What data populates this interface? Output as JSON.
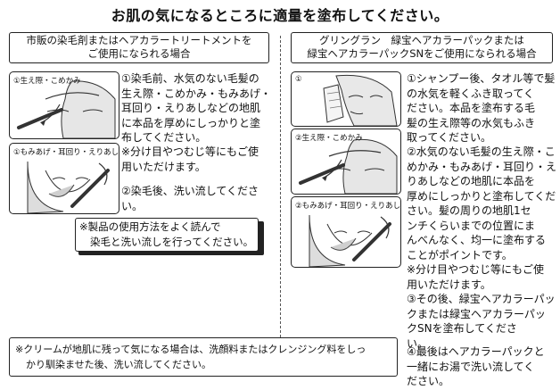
{
  "title": "お肌の気になるところに適量を塗布してください。",
  "left": {
    "header_lines": [
      "市販の染毛剤またはヘアカラートリートメントを",
      "ご使用になられる場合"
    ],
    "panels": [
      {
        "num": "①",
        "label": "生え際・こめかみ"
      },
      {
        "num": "①",
        "label": "もみあげ・耳回り・えりあし"
      }
    ],
    "steps": [
      [
        "①染毛前、水気のない毛髪の",
        "生え際・こめかみ・もみあげ・",
        "耳回り・えりあしなどの地肌",
        "に本品を厚めにしっかりと塗",
        "布してください。"
      ],
      [
        "※分け目やつむじ等にもご使",
        "用いただけます。"
      ],
      [
        "②染毛後、洗い流してくださ",
        "い。"
      ]
    ],
    "notice_lines": [
      "※製品の使用方法をよく読んで",
      "染毛と洗い流しを行ってください。"
    ]
  },
  "right": {
    "header_lines": [
      "グリングラン　緑宝ヘアカラーパックまたは",
      "緑宝ヘアカラーパックSNをご使用になられる場合"
    ],
    "panels": [
      {
        "num": "①",
        "label": ""
      },
      {
        "num": "②",
        "label": "生え際・こめかみ"
      },
      {
        "num": "②",
        "label": "もみあげ・耳回り・えりあし"
      }
    ],
    "steps": [
      [
        "①シャンプー後、タオル等で髪",
        "の水気を軽くふき取ってく",
        "ださい。本品を塗布する毛",
        "髪の生え際等の水気もふき",
        "取ってください。"
      ],
      [
        "②水気のない毛髪の生え際・こ",
        "めかみ・もみあげ・耳回り・え",
        "りあしなどの地肌に本品を",
        "厚めにしっかりと塗布してくだ",
        "さい。髪の周りの地肌1セ",
        "ンチくらいまでの位置にま",
        "んべんなく、均一に塗布する",
        "ことがポイントです。"
      ],
      [
        "※分け目やつむじ等にもご使",
        "用いただけます。"
      ],
      [
        "③その後、緑宝ヘアカラーパッ",
        "クまたは緑宝ヘアカラーパッ",
        "クSNを塗布してくださ",
        "い。"
      ],
      [
        "④最後はヘアカラーパックと",
        "一緒にお湯で洗い流してく",
        "ださい。"
      ]
    ]
  },
  "bottom_note_lines": [
    "※クリームが地肌に残って気になる場合は、洗顔料またはクレンジング料をしっ",
    "かり馴染ませた後、洗い流してください。"
  ]
}
